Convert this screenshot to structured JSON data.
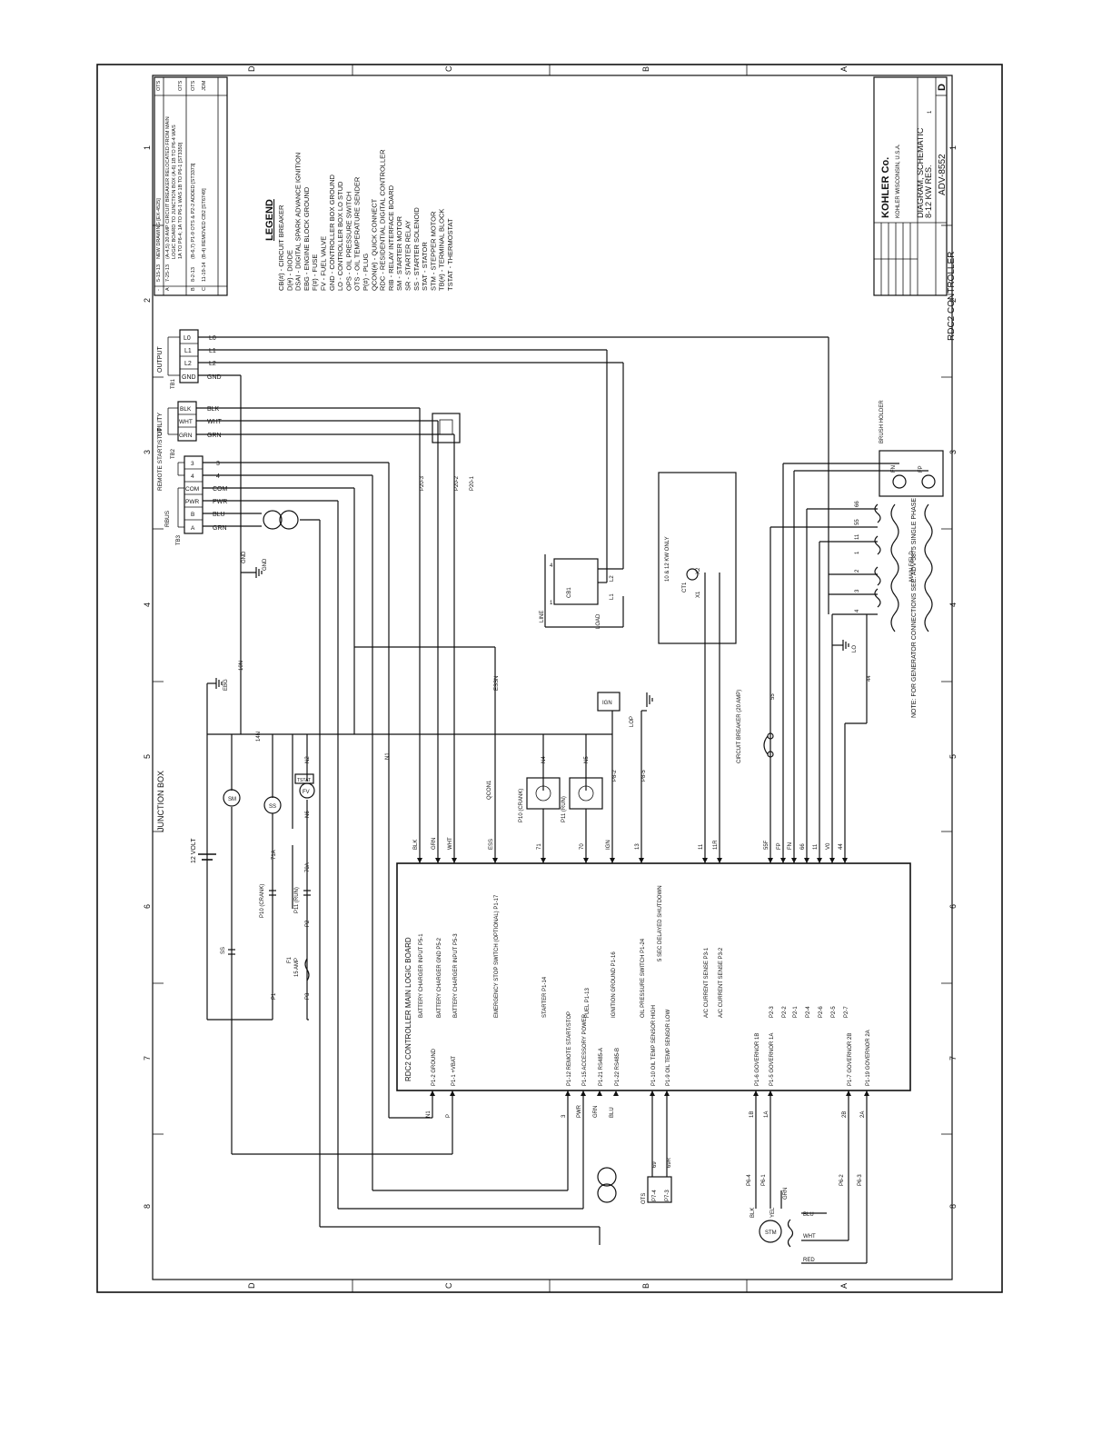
{
  "zones": {
    "rows": [
      "D",
      "C",
      "B",
      "A"
    ],
    "cols": [
      "1",
      "2",
      "3",
      "4",
      "5",
      "6",
      "7",
      "8"
    ]
  },
  "title_block": {
    "company": "KOHLER Co.",
    "company_sub": "KOHLER WISCONSIN, U.S.A.",
    "title1": "DIAGRAM, SCHEMATIC",
    "title2": "8-12 KW RES.",
    "title3": "RDC2 CONTROLLER",
    "drawing_number": "ADV-8552",
    "sheet": "1",
    "size": "D"
  },
  "revisions": [
    {
      "rev": "-",
      "date": "5-15-13",
      "description": "NEW DRAWING [EX-4525]",
      "by": "OTS"
    },
    {
      "rev": "A",
      "date": "7-25-13",
      "description": "(A-4,5) 20 AMP CIRCUIT BREAKER RELOCATED FROM MAIN",
      "by": ""
    },
    {
      "rev": "",
      "date": "",
      "description": "LOGIC BOARD TO JUNCTION BOX (A-6) 1B TO P6-4 WAS",
      "by": ""
    },
    {
      "rev": "",
      "date": "",
      "description": "1A TO P6-4; 1A TO P6-1 WAS 1B TO P6-1 [ST3350]",
      "by": "OTS"
    },
    {
      "rev": "B",
      "date": "8-2-13",
      "description": "(B-6,7) P1-9 OTS & P2-2 ADDED [ST3373]",
      "by": "OTS"
    },
    {
      "rev": "C",
      "date": "11-19-14",
      "description": "(B-4) REMOVED CB2 [ST6749]",
      "by": "JDM"
    }
  ],
  "legend": {
    "heading": "LEGEND",
    "items": [
      "CB(#) - CIRCUIT BREAKER",
      "D(#) - DIODE",
      "DSAI - DIGITAL SPARK ADVANCE IGNITION",
      "EBG - ENGINE BLOCK GROUND",
      "F(#) - FUSE",
      "FV - FUEL VALVE",
      "GND - CONTROLLER BOX GROUND",
      "LO - CONTROLLER BOX LO STUD",
      "OPS - OIL PRESSURE SWITCH",
      "OTS - OIL TEMPERATURE SENDER",
      "P(#) - PLUG",
      "QCON(#) - QUICK CONNECT",
      "RDC - RESIDENTIAL DIGITAL CONTROLLER",
      "RIB - RELAY INTERFACE BOARD",
      "SM - STARTER MOTOR",
      "SR - STARTER RELAY",
      "SS - STARTER SOLENOID",
      "STAT - STATOR",
      "STM - STEPPER MOTOR",
      "TB(#) - TERMINAL BLOCK",
      "TSTAT - THERMOSTAT"
    ]
  },
  "terminal_blocks": {
    "output": {
      "label": "OUTPUT",
      "tb": "TB1",
      "terminals": [
        "L0",
        "L1",
        "L2",
        "GND"
      ],
      "wires": [
        "L0",
        "L1",
        "L2",
        "GND"
      ]
    },
    "utility": {
      "label": "UTILITY",
      "tb": "TB2",
      "terminals": [
        "BLK",
        "WHT",
        "GRN"
      ],
      "wires": [
        "BLK",
        "WHT",
        "GRN"
      ]
    },
    "remote": {
      "label": "REMOTE START/STOP",
      "terminals": [
        "3",
        "4",
        "COM",
        "PWR",
        "B",
        "A"
      ],
      "wires": [
        "3",
        "4",
        "COM",
        "PWR",
        "BLU",
        "GRN"
      ]
    },
    "rbus_label": "RBUS",
    "tb3": "TB3"
  },
  "junction_box": {
    "label": "JUNCTION BOX",
    "battery": "12 VOLT",
    "sm": "SM",
    "ss": "SS",
    "fv": "FV",
    "tstat": "TSTAT",
    "ebg": "EBG",
    "gnd": "GND",
    "wire_labels": [
      "10N",
      "14N",
      "N1",
      "N2",
      "N6",
      "71A",
      "70A",
      "P1",
      "P2",
      "P3",
      "SS"
    ],
    "p10": "P10 (CRANK)",
    "p11": "P11 (RUN)",
    "fuse": "F1",
    "fuse_rating": "15 AMP"
  },
  "main_board": {
    "title": "RDC2 CONTROLLER MAIN LOGIC BOARD",
    "top_pins": [
      "BATTERY CHARGER INPUT P5-1",
      "BATTERY CHARGER GND P5-2",
      "BATTERY CHARGER INPUT P5-3",
      "EMERGENCY STOP SWITCH (OPTIONAL) P1-17",
      "STARTER P1-14",
      "FUEL P1-13",
      "IGNITION GROUND P1-16",
      "OIL PRESSURE SWITCH P1-24",
      "A/C CURRENT SENSE P3-1",
      "A/C CURRENT SENSE P3-2",
      "P2-3",
      "P2-2",
      "P2-1",
      "P2-4",
      "P2-6",
      "P2-5",
      "P2-7"
    ],
    "top_wires": [
      "BLK",
      "GRN",
      "WHT",
      "ESS",
      "71",
      "70",
      "IGN",
      "13",
      "11",
      "11R",
      "55F",
      "FP",
      "FN",
      "66",
      "11",
      "V0",
      "44"
    ],
    "ops_note": "5 SEC DELAYED SHUTDOWN",
    "bottom_pins": [
      "P1-2 GROUND",
      "P1-1 +VBAT",
      "P1-12 REMOTE START/STOP",
      "P1-15 ACCESSORY POWER",
      "P1-21 RS485-A",
      "P1-22 RS485-B",
      "P1-10 OIL TEMP SENSOR HIGH",
      "P1-9 OIL TEMP SENSOR LOW",
      "P1-6 GOVERNOR 1B",
      "P1-5 GOVERNOR 1A",
      "P1-7 GOVERNOR 2B",
      "P1-19 GOVERNOR 2A"
    ],
    "bottom_wires": [
      "N1",
      "P",
      "3",
      "PWR",
      "GRN",
      "BLU",
      "",
      "",
      "1B",
      "1A",
      "2B",
      "2A"
    ]
  },
  "misc": {
    "p20": [
      "P20-3",
      "P20-2",
      "P20-1"
    ],
    "qcon1": "QCON1",
    "essn": "ESSN",
    "n4": "N4",
    "n5": "N5",
    "p10_crank": "P10 (CRANK)",
    "p11_run": "P11 (RUN)",
    "ign": "IGN",
    "lop": "LOP",
    "p8": [
      "P8-2",
      "P8-5"
    ],
    "cb": {
      "label": "CB1",
      "line": "LINE",
      "load": "LOAD",
      "l1": "L1",
      "l2": "L2",
      "one": "1",
      "four": "4"
    },
    "ct": {
      "label": "CT1",
      "x1": "X1",
      "x2": "X2",
      "note": "10 & 12 KW ONLY"
    },
    "brush_holder": {
      "label": "BRUSH HOLDER",
      "fn": "FN",
      "fp": "FP"
    },
    "main_field": "MAIN FIELD",
    "stator_wires": [
      "66",
      "55",
      "11",
      "1",
      "2",
      "3",
      "4"
    ],
    "lo": "LO",
    "w55": "55",
    "w44": "44",
    "breaker": "CIRCUIT BREAKER (20 AMP)",
    "gen_note": "NOTE: FOR GENERATOR CONNECTIONS SEE: ADV-5875 SINGLE PHASE",
    "ots": "OTS",
    "p7": [
      "P7-4",
      "P7-3"
    ],
    "ots_wires": [
      "69",
      "69R"
    ],
    "p6": [
      "P6-4",
      "P6-1",
      "P6-2",
      "P6-3"
    ],
    "stm": "STM",
    "stm_wires": [
      "BLK",
      "YEL",
      "GRN",
      "BLU",
      "WHT",
      "RED"
    ]
  }
}
